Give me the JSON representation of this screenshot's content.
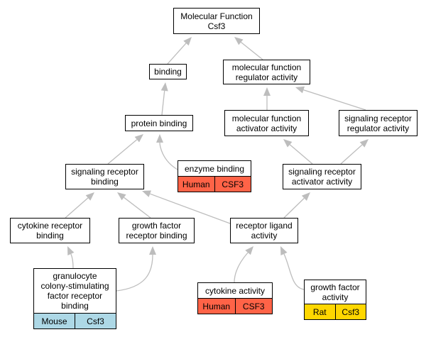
{
  "nodes": {
    "mf_csf3": {
      "label": "Molecular Function\nCsf3"
    },
    "binding": {
      "label": "binding"
    },
    "mf_regulator": {
      "label": "molecular function\nregulator activity"
    },
    "protein_binding": {
      "label": "protein binding"
    },
    "mf_activator": {
      "label": "molecular function\nactivator activity"
    },
    "sr_regulator": {
      "label": "signaling receptor\nregulator activity"
    },
    "enzyme_binding": {
      "label": "enzyme binding",
      "species": "Human",
      "gene": "CSF3",
      "color": "#ff6347"
    },
    "sr_binding": {
      "label": "signaling receptor\nbinding"
    },
    "sr_activator": {
      "label": "signaling receptor\nactivator activity"
    },
    "cytokine_rb": {
      "label": "cytokine receptor\nbinding"
    },
    "gf_rb": {
      "label": "growth factor\nreceptor binding"
    },
    "rl_activity": {
      "label": "receptor ligand\nactivity"
    },
    "gcsf_rb": {
      "label": "granulocyte\ncolony-stimulating\nfactor receptor\nbinding",
      "species": "Mouse",
      "gene": "Csf3",
      "color": "#add8e6"
    },
    "cytokine_activity": {
      "label": "cytokine activity",
      "species": "Human",
      "gene": "CSF3",
      "color": "#ff6347"
    },
    "gf_activity": {
      "label": "growth factor\nactivity",
      "species": "Rat",
      "gene": "Csf3",
      "color": "#ffd700"
    }
  },
  "edges": [
    [
      "binding",
      "mf_csf3"
    ],
    [
      "mf_regulator",
      "mf_csf3"
    ],
    [
      "protein_binding",
      "binding"
    ],
    [
      "mf_activator",
      "mf_regulator"
    ],
    [
      "sr_regulator",
      "mf_regulator"
    ],
    [
      "sr_binding",
      "protein_binding"
    ],
    [
      "enzyme_binding",
      "protein_binding"
    ],
    [
      "sr_activator",
      "mf_activator"
    ],
    [
      "sr_activator",
      "sr_regulator"
    ],
    [
      "cytokine_rb",
      "sr_binding"
    ],
    [
      "gf_rb",
      "sr_binding"
    ],
    [
      "rl_activity",
      "sr_binding"
    ],
    [
      "rl_activity",
      "sr_activator"
    ],
    [
      "gcsf_rb",
      "cytokine_rb"
    ],
    [
      "gcsf_rb",
      "gf_rb"
    ],
    [
      "cytokine_activity",
      "rl_activity"
    ],
    [
      "gf_activity",
      "rl_activity"
    ]
  ]
}
